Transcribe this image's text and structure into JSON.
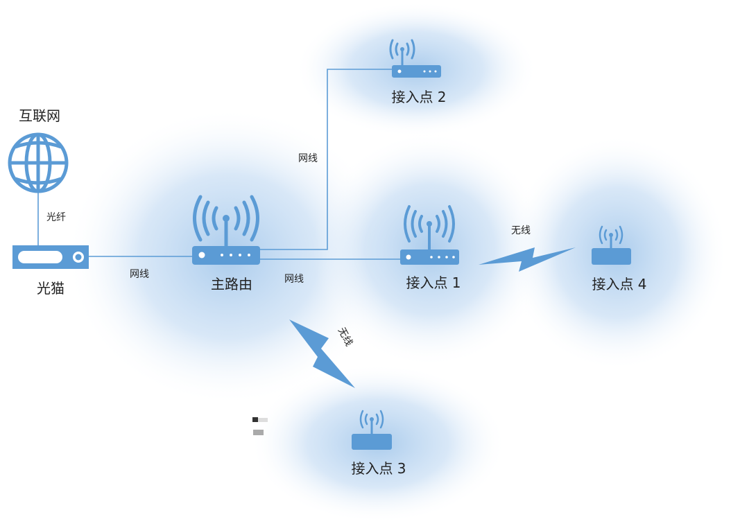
{
  "colors": {
    "device": "#5b9bd5",
    "glow": "#9cc3e8"
  },
  "nodes": {
    "internet": "互联网",
    "modem": "光猫",
    "main_router": "主路由",
    "ap1": "接入点 1",
    "ap2": "接入点 2",
    "ap3": "接入点 3",
    "ap4": "接入点 4"
  },
  "links": {
    "fiber": "光纤",
    "modem_router": "网线",
    "router_ap2": "网线",
    "router_ap1": "网线",
    "ap1_ap4": "无线",
    "router_ap3": "无线"
  }
}
